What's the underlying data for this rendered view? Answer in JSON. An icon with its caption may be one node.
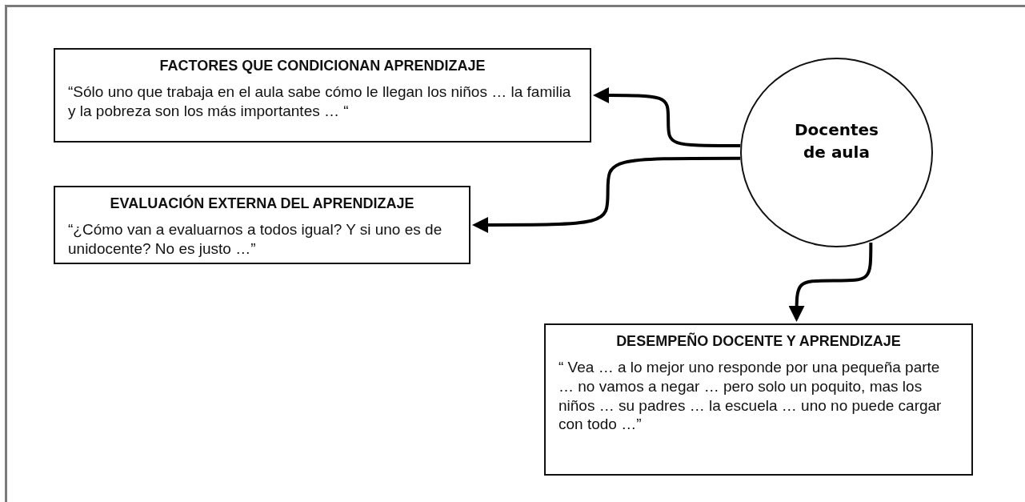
{
  "diagram": {
    "nodes": [
      {
        "text": [
          "FACTORES QUE CONDICIONAN APRENDIZAJE",
          "“Sólo uno que trabaja en el aula sabe cómo le llegan los niños … la familia y la pobreza son los más importantes … “"
        ]
      },
      {
        "text": [
          "EVALUACIÓN EXTERNA DEL APRENDIZAJE",
          "“¿Cómo van a evaluarnos a todos igual?  Y si uno es de unidocente?  No es justo …”"
        ]
      },
      {
        "text": [
          "Docentes de aula"
        ]
      },
      {
        "text": [
          "DESEMPEÑO DOCENTE Y APRENDIZAJE",
          "“ Vea … a lo mejor uno responde por una pequeña parte … no vamos a negar … pero solo un poquito, mas los niños … su padres … la escuela … uno no puede cargar con todo …”"
        ]
      }
    ],
    "edges": [
      {
        "from": 2,
        "to": 0,
        "arrow": "to"
      },
      {
        "from": 2,
        "to": 1,
        "arrow": "to"
      },
      {
        "from": 2,
        "to": 3,
        "arrow": "to"
      }
    ]
  }
}
